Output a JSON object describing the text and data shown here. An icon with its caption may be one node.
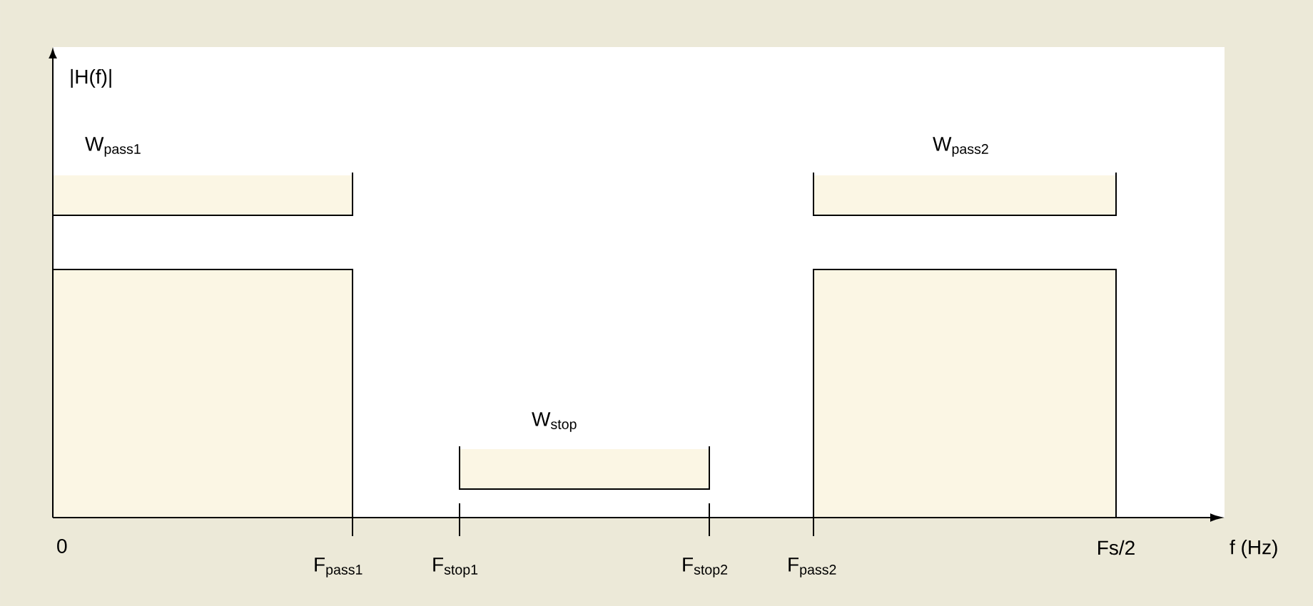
{
  "diagram": {
    "labels": [
      "|H(f)|",
      "W$_{pass1}$",
      "W$_{pass2}$",
      "W$_{stop}$",
      "0",
      "Fs/2",
      "f (Hz)",
      "F$_{pass1}$",
      "F$_{stop1}$",
      "F$_{stop2}$",
      "F$_{pass2}$"
    ]
  }
}
